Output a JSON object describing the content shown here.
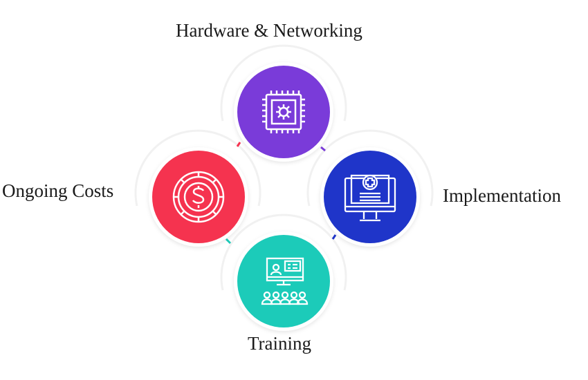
{
  "title": "",
  "nodes": [
    {
      "id": "hardware",
      "label": "Hardware & Networking",
      "icon": "cpu-chip-icon",
      "color": "#7a3bd9"
    },
    {
      "id": "implementation",
      "label": "Implementation",
      "icon": "medical-monitor-icon",
      "color": "#1f35c9"
    },
    {
      "id": "training",
      "label": "Training",
      "icon": "presentation-audience-icon",
      "color": "#1ccbb9"
    },
    {
      "id": "ongoing",
      "label": "Ongoing Costs",
      "icon": "dollar-coin-icon",
      "color": "#f5334f"
    }
  ]
}
